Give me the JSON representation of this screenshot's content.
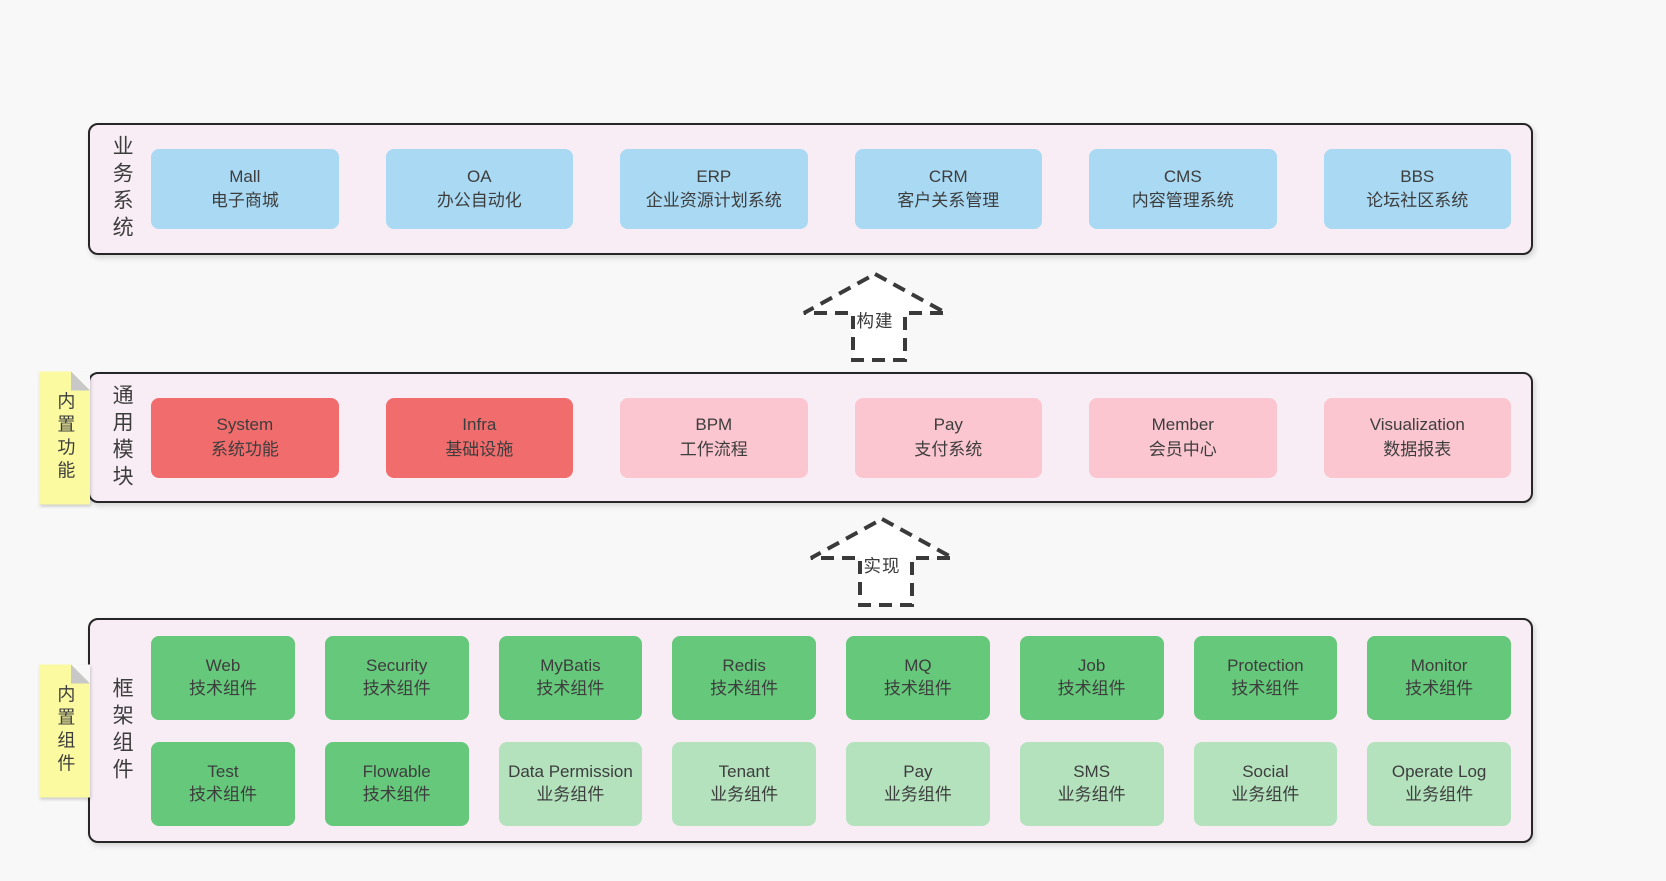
{
  "colors": {
    "page_bg": "#f8f8f8",
    "layer_fill": "#f8edf5",
    "layer_border": "#262626",
    "blue": "#a9d9f3",
    "red": "#f16c6c",
    "pink": "#fbc6cf",
    "green": "#66c87b",
    "green_light": "#b3e2bd",
    "sticky_yellow": "#fbfaa0",
    "fold_gray": "#c8c8c8",
    "text": "#3d3d3d",
    "arrow": "#3a3a3a"
  },
  "arrows": [
    {
      "label": "构建"
    },
    {
      "label": "实现"
    }
  ],
  "layers": [
    {
      "id": "business",
      "label": "业务系统",
      "sticky": null,
      "rows": [
        [
          {
            "title": "Mall",
            "subtitle": "电子商城",
            "variant": "blue"
          },
          {
            "title": "OA",
            "subtitle": "办公自动化",
            "variant": "blue"
          },
          {
            "title": "ERP",
            "subtitle": "企业资源计划系统",
            "variant": "blue"
          },
          {
            "title": "CRM",
            "subtitle": "客户关系管理",
            "variant": "blue"
          },
          {
            "title": "CMS",
            "subtitle": "内容管理系统",
            "variant": "blue"
          },
          {
            "title": "BBS",
            "subtitle": "论坛社区系统",
            "variant": "blue"
          }
        ]
      ]
    },
    {
      "id": "modules",
      "label": "通用模块",
      "sticky": "内置功能",
      "rows": [
        [
          {
            "title": "System",
            "subtitle": "系统功能",
            "variant": "red"
          },
          {
            "title": "Infra",
            "subtitle": "基础设施",
            "variant": "red"
          },
          {
            "title": "BPM",
            "subtitle": "工作流程",
            "variant": "pink"
          },
          {
            "title": "Pay",
            "subtitle": "支付系统",
            "variant": "pink"
          },
          {
            "title": "Member",
            "subtitle": "会员中心",
            "variant": "pink"
          },
          {
            "title": "Visualization",
            "subtitle": "数据报表",
            "variant": "pink"
          }
        ]
      ]
    },
    {
      "id": "components",
      "label": "框架组件",
      "sticky": "内置组件",
      "rows": [
        [
          {
            "title": "Web",
            "subtitle": "技术组件",
            "variant": "green"
          },
          {
            "title": "Security",
            "subtitle": "技术组件",
            "variant": "green"
          },
          {
            "title": "MyBatis",
            "subtitle": "技术组件",
            "variant": "green"
          },
          {
            "title": "Redis",
            "subtitle": "技术组件",
            "variant": "green"
          },
          {
            "title": "MQ",
            "subtitle": "技术组件",
            "variant": "green"
          },
          {
            "title": "Job",
            "subtitle": "技术组件",
            "variant": "green"
          },
          {
            "title": "Protection",
            "subtitle": "技术组件",
            "variant": "green"
          },
          {
            "title": "Monitor",
            "subtitle": "技术组件",
            "variant": "green"
          }
        ],
        [
          {
            "title": "Test",
            "subtitle": "技术组件",
            "variant": "green"
          },
          {
            "title": "Flowable",
            "subtitle": "技术组件",
            "variant": "green"
          },
          {
            "title": "Data Permission",
            "subtitle": "业务组件",
            "variant": "green_light"
          },
          {
            "title": "Tenant",
            "subtitle": "业务组件",
            "variant": "green_light"
          },
          {
            "title": "Pay",
            "subtitle": "业务组件",
            "variant": "green_light"
          },
          {
            "title": "SMS",
            "subtitle": "业务组件",
            "variant": "green_light"
          },
          {
            "title": "Social",
            "subtitle": "业务组件",
            "variant": "green_light"
          },
          {
            "title": "Operate Log",
            "subtitle": "业务组件",
            "variant": "green_light"
          }
        ]
      ]
    }
  ]
}
